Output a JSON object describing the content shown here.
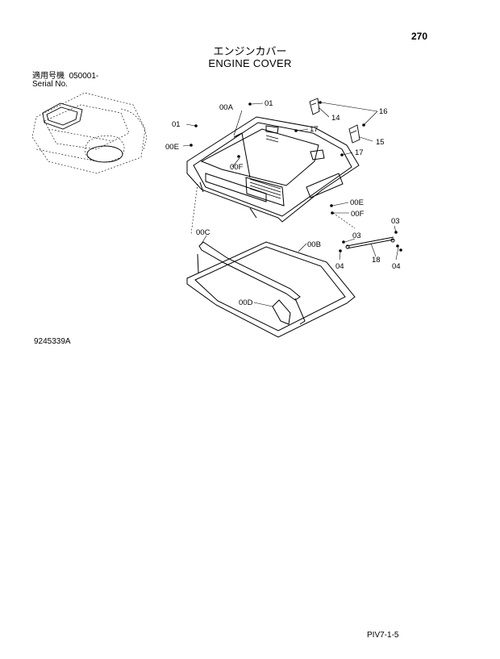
{
  "page_number": "270",
  "title_jp": "エンジンカバー",
  "title_en": "ENGINE COVER",
  "serial": {
    "jp_label": "適用号機",
    "value": "050001-",
    "en_label": "Serial No."
  },
  "drawing_number": "9245339A",
  "page_ref": "PIV7-1-5",
  "callouts": {
    "c01a": "01",
    "c01b": "01",
    "c00a": "00A",
    "c16": "16",
    "c14": "14",
    "c17a": "17",
    "c15": "15",
    "c17b": "17",
    "c00e_left": "00E",
    "c00f_left": "00F",
    "c00e_right": "00E",
    "c00f_right": "00F",
    "c03a": "03",
    "c03b": "03",
    "c00c": "00C",
    "c00b": "00B",
    "c04a": "04",
    "c18": "18",
    "c04b": "04",
    "c00d": "00D"
  }
}
